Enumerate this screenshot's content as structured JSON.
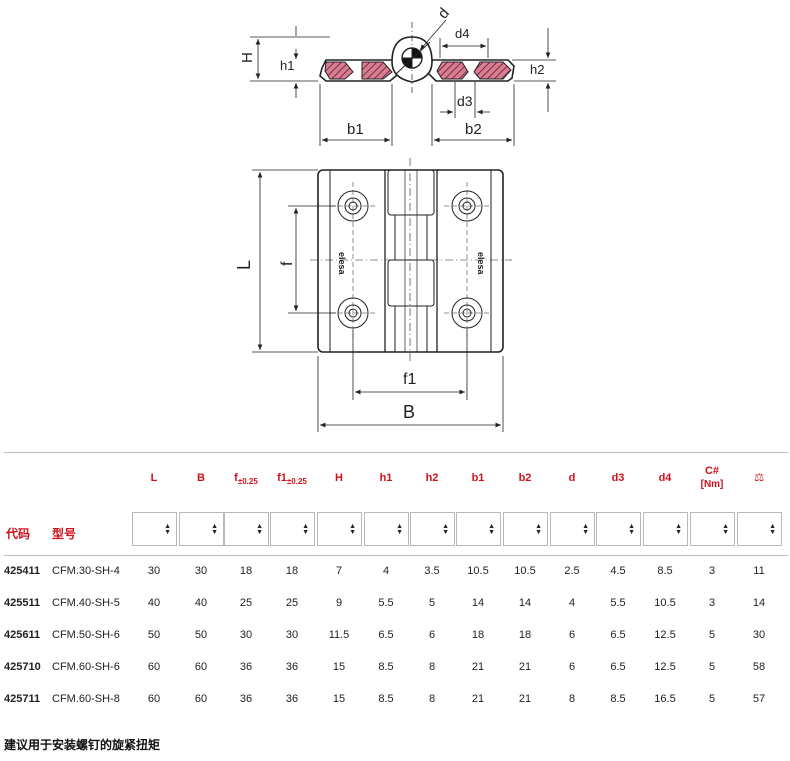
{
  "drawing": {
    "labels": {
      "H": "H",
      "h1": "h1",
      "d": "d",
      "d4": "d4",
      "h2": "h2",
      "d3": "d3",
      "b1": "b1",
      "b2": "b2",
      "L": "L",
      "f": "f",
      "f1": "f1",
      "B": "B",
      "logo": "elesa"
    }
  },
  "table": {
    "headers": [
      {
        "main": "L",
        "sub": ""
      },
      {
        "main": "B",
        "sub": ""
      },
      {
        "main": "f",
        "sub": "±0.25"
      },
      {
        "main": "f1",
        "sub": "±0.25"
      },
      {
        "main": "H",
        "sub": ""
      },
      {
        "main": "h1",
        "sub": ""
      },
      {
        "main": "h2",
        "sub": ""
      },
      {
        "main": "b1",
        "sub": ""
      },
      {
        "main": "b2",
        "sub": ""
      },
      {
        "main": "d",
        "sub": ""
      },
      {
        "main": "d3",
        "sub": ""
      },
      {
        "main": "d4",
        "sub": ""
      },
      {
        "main": "C#",
        "sub": "[Nm]"
      },
      {
        "main": "⚖",
        "sub": ""
      }
    ],
    "code_label": "代码",
    "model_label": "型号",
    "rows": [
      {
        "code": "425411",
        "model": "CFM.30-SH-4",
        "values": [
          "30",
          "30",
          "18",
          "18",
          "7",
          "4",
          "3.5",
          "10.5",
          "10.5",
          "2.5",
          "4.5",
          "8.5",
          "3",
          "11"
        ]
      },
      {
        "code": "425511",
        "model": "CFM.40-SH-5",
        "values": [
          "40",
          "40",
          "25",
          "25",
          "9",
          "5.5",
          "5",
          "14",
          "14",
          "4",
          "5.5",
          "10.5",
          "3",
          "14"
        ]
      },
      {
        "code": "425611",
        "model": "CFM.50-SH-6",
        "values": [
          "50",
          "50",
          "30",
          "30",
          "11.5",
          "6.5",
          "6",
          "18",
          "18",
          "6",
          "6.5",
          "12.5",
          "5",
          "30"
        ]
      },
      {
        "code": "425710",
        "model": "CFM.60-SH-6",
        "values": [
          "60",
          "60",
          "36",
          "36",
          "15",
          "8.5",
          "8",
          "21",
          "21",
          "6",
          "6.5",
          "12.5",
          "5",
          "58"
        ]
      },
      {
        "code": "425711",
        "model": "CFM.60-SH-8",
        "values": [
          "60",
          "60",
          "36",
          "36",
          "15",
          "8.5",
          "8",
          "21",
          "21",
          "8",
          "8.5",
          "16.5",
          "5",
          "57"
        ]
      }
    ]
  },
  "footnote": "建议用于安装螺钉的旋紧扭矩",
  "colors": {
    "accent": "#d0111b",
    "line": "#bdbdbd"
  }
}
